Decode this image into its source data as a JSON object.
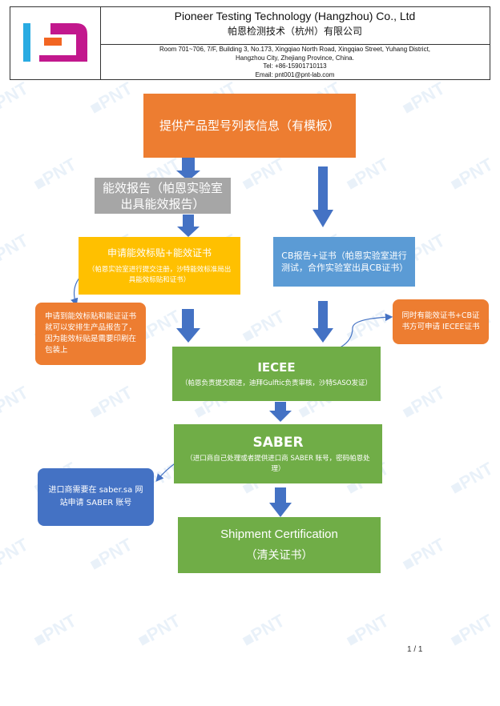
{
  "header": {
    "company_en": "Pioneer Testing Technology (Hangzhou) Co., Ltd",
    "company_cn": "帕恩检测技术（杭州）有限公司",
    "address_line1": "Room 701~706, 7/F, Building 3, No.173, Xingqiao North Road, Xingqiao Street, Yuhang District,",
    "address_line2": "Hangzhou City, Zhejiang Province, China.",
    "tel": "Tel: +86-15901710113",
    "email": "Email: pnt001@pnt-lab.com"
  },
  "watermark": "PNT",
  "flow": {
    "step1": "提供产品型号列表信息（有模板）",
    "energy_report": "能效报告（帕恩实验室出具能效报告）",
    "energy_label_title": "申请能效标贴+能效证书",
    "energy_label_detail": "（帕恩实验室进行提交注册，沙特能效标准局出具能效标贴和证书）",
    "cb_report": "CB报告+证书（帕恩实验室进行测试，合作实验室出具CB证书）",
    "iecee_title": "IECEE",
    "iecee_detail": "（帕恩负责提交跟进，迪拜Gulftic负责审核，沙特SASO发证）",
    "saber_title": "SABER",
    "saber_detail": "（进口商自己处理或者提供进口商 SABER 账号，密码帕恩处理）",
    "shipment_title": "Shipment Certification",
    "shipment_subtitle": "（清关证书）"
  },
  "notes": {
    "left_note": "申请到能效标贴和能证证书就可以安排生产品报告了，因为能效标贴是需要印刷在包装上",
    "right_note": "同时有能效证书+CB证书方可申请 IECEE证书",
    "saber_note": "进口商需要在 saber.sa 网站申请 SABER 账号"
  },
  "footer": {
    "page": "1 / 1"
  },
  "colors": {
    "orange": "#ED7D31",
    "gray": "#A6A6A6",
    "yellow": "#FFC000",
    "blue": "#5B9BD5",
    "green": "#70AD47",
    "dark_blue": "#4472C4",
    "arrow": "#4472C4"
  }
}
